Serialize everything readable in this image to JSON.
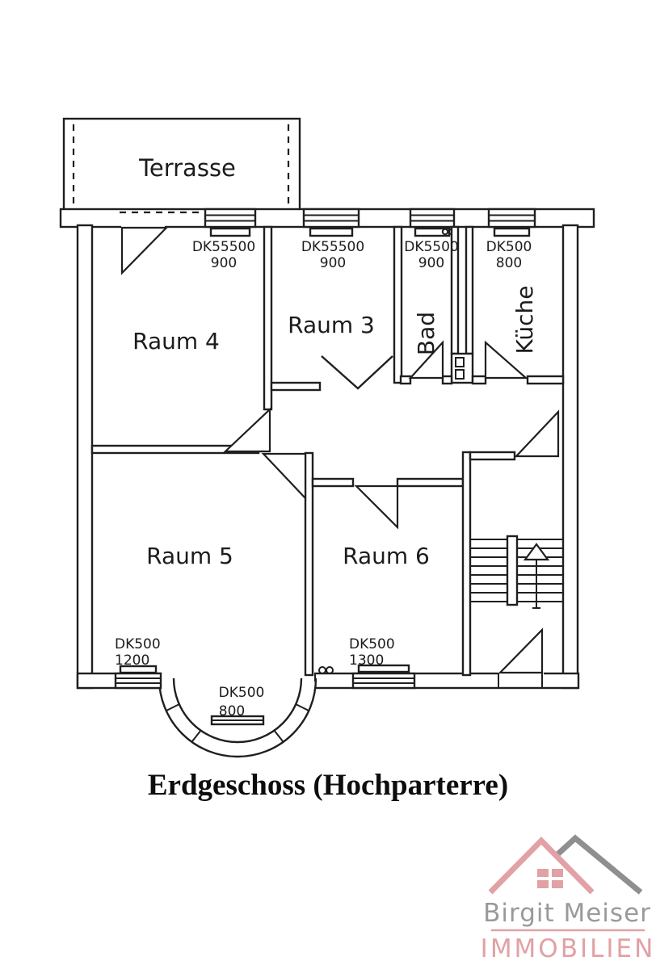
{
  "plan": {
    "terrace_label": "Terrasse",
    "title": "Erdgeschoss (Hochparterre)",
    "rooms": [
      {
        "label": "Raum 4"
      },
      {
        "label": "Raum 3"
      },
      {
        "label": "Bad"
      },
      {
        "label": "Küche"
      },
      {
        "label": "Raum 5"
      },
      {
        "label": "Raum 6"
      }
    ],
    "windows": [
      {
        "code": "DK55500",
        "size": "900",
        "location": "raum4-top"
      },
      {
        "code": "DK55500",
        "size": "900",
        "location": "raum3-top"
      },
      {
        "code": "DK5500",
        "size": "900",
        "location": "bad-top"
      },
      {
        "code": "DK500",
        "size": "800",
        "location": "kueche-top"
      },
      {
        "code": "DK500",
        "size": "1200",
        "location": "raum5-bottom"
      },
      {
        "code": "DK500",
        "size": "1300",
        "location": "raum6-bottom"
      },
      {
        "code": "DK500",
        "size": "800",
        "location": "bay-bottom"
      }
    ]
  },
  "logo": {
    "name": "Birgit Meiser",
    "subtitle": "IMMOBILIEN",
    "colors": {
      "pink": "#e2a1a4",
      "gray": "#9a9a9a"
    }
  }
}
